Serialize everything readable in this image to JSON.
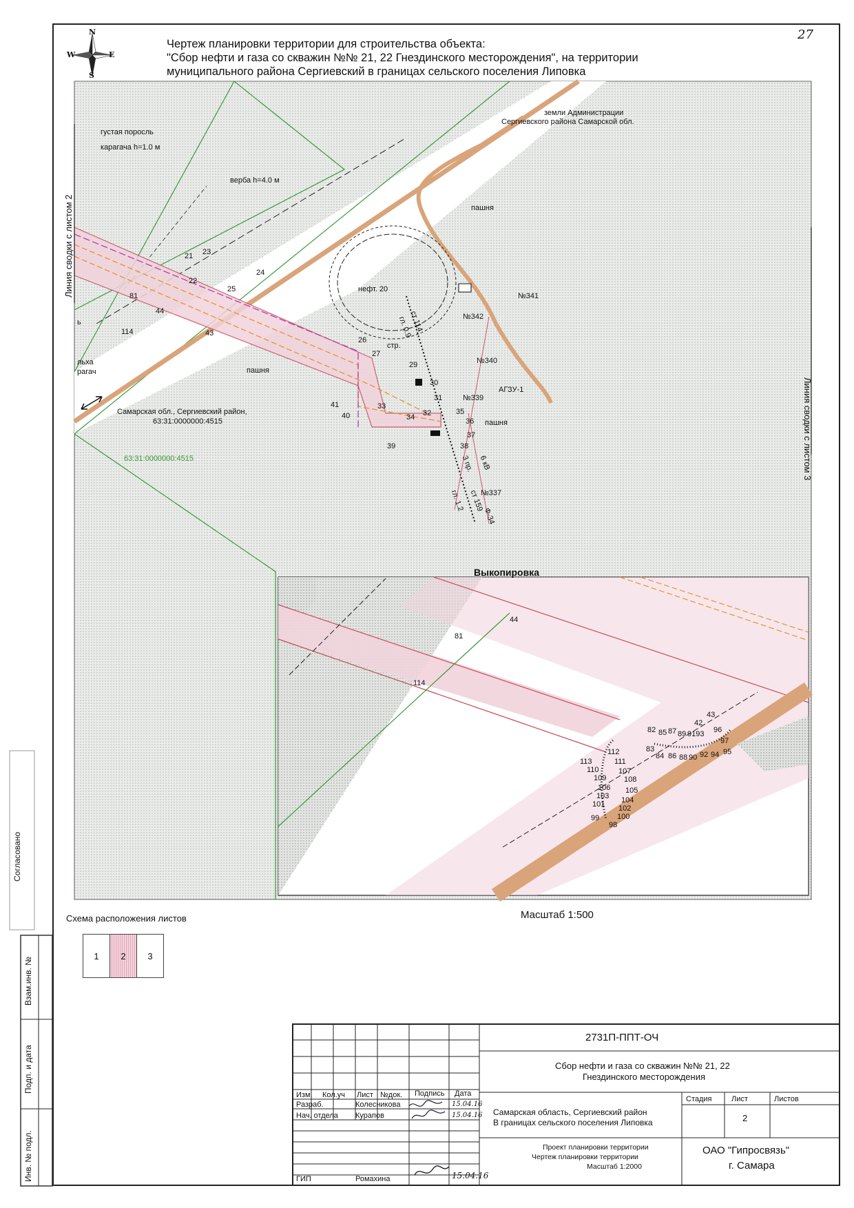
{
  "title": {
    "line1": "Чертеж планировки территории  для строительства объекта:",
    "line2": "\"Сбор нефти и газа со скважин №№ 21, 22 Гнездинского месторождения\", на территории",
    "line3": "муниципального района Сергиевский в границах сельского поселения Липовка"
  },
  "sheet_number_handwritten": "27",
  "compass": {
    "n": "N",
    "s": "S",
    "e": "E",
    "w": "W"
  },
  "side_labels": {
    "left": "Линия сводки с листом 2",
    "right": "Линия сводки с листом 3"
  },
  "map_labels": {
    "vegetation1": "густая поросль",
    "vegetation2": "карагача h=1.0 м",
    "willow": "верба h=4.0 м",
    "admin_land1": "земли Администрации",
    "admin_land2": "Сергиевского района Самарской обл.",
    "field_top": "пашня",
    "field_left": "пашня",
    "field_right": "пашня",
    "oil20": "нефт. 20",
    "well341": "№341",
    "well342": "№342",
    "well340": "№340",
    "well339": "№339",
    "well337": "№337",
    "agzu": "АГЗУ-1",
    "parcel_name1": "Самарская обл., Сергиевский район,",
    "parcel_name2": "63:31:0000000:4515",
    "parcel_green": "63:31:0000000:4515",
    "st114": "ст 114",
    "gl09": "гл. 0.9",
    "str": "стр.",
    "kv6": "6 кВ",
    "pr3": "3 пр.",
    "st159": "ст 159",
    "gl12": "гл. 1.2",
    "f34": "Ф-34",
    "olha1": "льха",
    "olha2": "рагач",
    "b": "ь"
  },
  "point_numbers": {
    "p21": "21",
    "p22": "22",
    "p23": "23",
    "p24": "24",
    "p25": "25",
    "p26": "26",
    "p27": "27",
    "p29": "29",
    "p30": "30",
    "p31": "31",
    "p32": "32",
    "p33": "33",
    "p34": "34",
    "p35": "35",
    "p36": "36",
    "p37": "37",
    "p38": "38",
    "p39": "39",
    "p40": "40",
    "p41": "41",
    "p43": "43",
    "p44": "44",
    "p81": "81",
    "p114": "114"
  },
  "inset": {
    "title": "Выкопировка",
    "scale": "Масштаб 1:500",
    "points": {
      "p44": "44",
      "p81": "81",
      "p114": "114",
      "p43": "43",
      "p42": "42",
      "p96": "96",
      "p97": "97",
      "p95": "95",
      "p82": "82",
      "p85": "85",
      "p87": "87",
      "p89": "89",
      "p9193": "9193",
      "p83": "83",
      "p84": "84",
      "p86": "86",
      "p88": "88",
      "p90": "90",
      "p92": "92",
      "p94": "94",
      "p112": "112",
      "p111": "111",
      "p113": "113",
      "p110": "110",
      "p109": "109",
      "p107": "107",
      "p108": "108",
      "p106": "106",
      "p105": "105",
      "p103": "103",
      "p104": "104",
      "p101": "101",
      "p102": "102",
      "p99": "99",
      "p100": "100",
      "p98": "98"
    }
  },
  "layout_scheme": {
    "label": "Схема расположения листов",
    "sheets": [
      "1",
      "2",
      "3"
    ]
  },
  "left_strip": {
    "agreed": "Согласовано",
    "zam": "Взам.инв. №",
    "podp": "Подп. и дата",
    "inv": "Инв. № подл."
  },
  "stamp": {
    "code": "2731П-ППТ-ОЧ",
    "object1": "Сбор нефти и газа со скважин №№ 21, 22",
    "object2": "Гнездинского месторождения",
    "location1": "Самарская область, Сергиевский район",
    "location2": "В границах сельского поселения Липовка",
    "doc1": "Проект планировки территории",
    "doc2": "Чертеж планировки территории",
    "doc3": "Масштаб 1:2000",
    "org1": "ОАО \"Гипросвязь\"",
    "org2": "г. Самара",
    "hdr_izm": "Изм.",
    "hdr_koluch": "Кол.уч",
    "hdr_list": "Лист",
    "hdr_ndok": "№док.",
    "hdr_podpis": "Подпись",
    "hdr_data": "Дата",
    "row1_role": "Разраб.",
    "row1_name": "Колесникова",
    "row1_date": "15.04.16",
    "row2_role": "Нач. отдела",
    "row2_name": "Курапов",
    "row2_date": "15.04.16",
    "row3_role": "ГИП",
    "row3_name": "Ромахина",
    "row3_date": "15.04.16",
    "stadiya": "Стадия",
    "list": "Лист",
    "listov": "Листов",
    "list_value": "2"
  }
}
